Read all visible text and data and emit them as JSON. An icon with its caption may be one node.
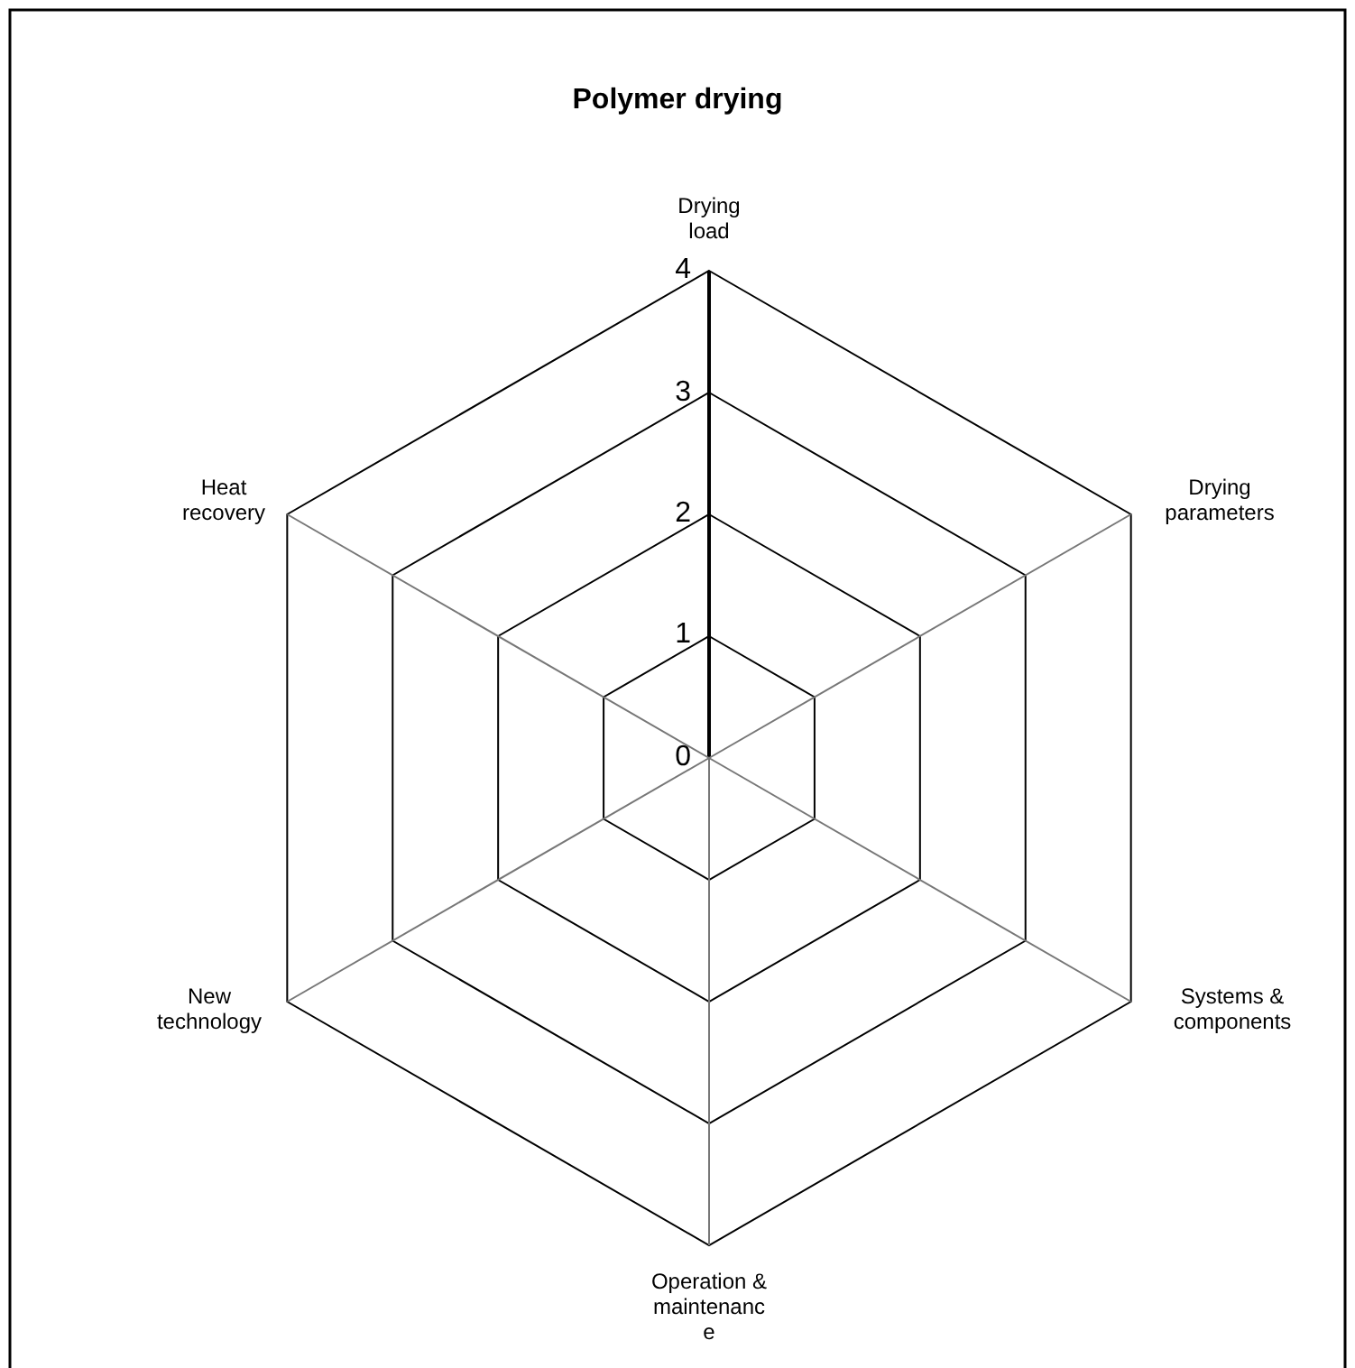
{
  "diagram": {
    "title": "Polymer drying",
    "labels": [
      "Drying load",
      "4",
      "3",
      "Heat recovery",
      "Drying parameters",
      "2",
      "1",
      "0",
      "New technology",
      "Systems & components",
      "Operation & maintenance"
    ]
  }
}
